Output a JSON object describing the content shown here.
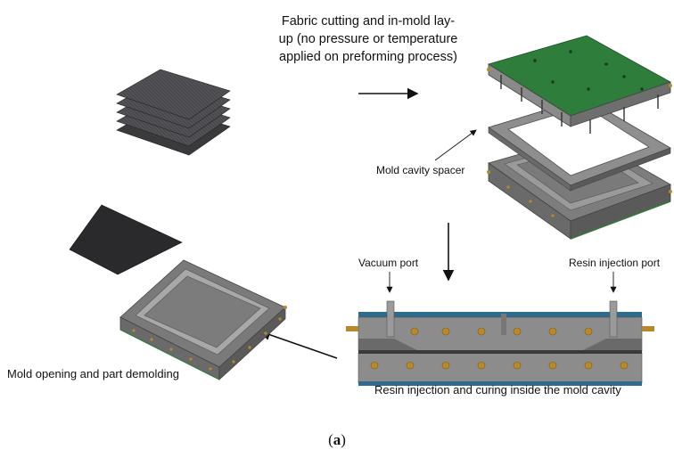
{
  "diagram": {
    "steps": [
      {
        "id": "layup",
        "text": "Fabric cutting and in-mold lay-up (no pressure or temperature applied on preforming process)",
        "lines": [
          "Fabric cutting and in-mold lay-",
          "up (no pressure or temperature",
          "applied on preforming process)"
        ]
      },
      {
        "id": "injection",
        "text": "Resin injection and curing inside the mold cavity"
      },
      {
        "id": "demold",
        "text": "Mold opening and part demolding"
      }
    ],
    "callouts": {
      "spacer": "Mold cavity spacer",
      "vacuum_port": "Vacuum port",
      "resin_port": "Resin injection port"
    },
    "panel_label": {
      "open": "(",
      "letter": "a",
      "close": ")"
    }
  },
  "colors": {
    "fabric": "#4a4a4e",
    "mold_top": "#2f7d3a",
    "steel": "#8c8c8c",
    "steel_dark": "#5a5a5a",
    "blue_plate": "#2e6b8f",
    "brass": "#b8892a"
  }
}
